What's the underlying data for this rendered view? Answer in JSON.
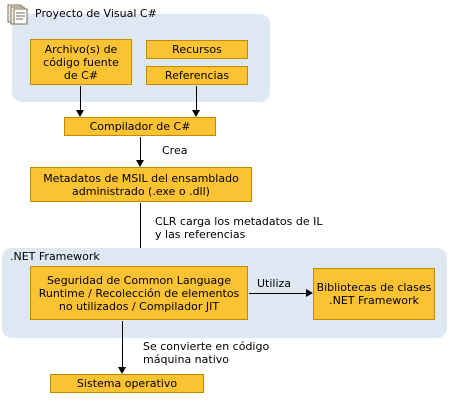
{
  "visual_project": {
    "title": "Proyecto de Visual C#",
    "icon": "project-folder-icon",
    "source_files": "Archivo(s) de\ncódigo fuente\nde C#",
    "resources": "Recursos",
    "references": "Referencias"
  },
  "compiler": "Compilador de C#",
  "creates_label": "Crea",
  "msil_metadata": "Metadatos de MSIL del ensamblado\nadministrado (.exe o .dll)",
  "clr_load_label": "CLR carga los metadatos de IL\ny las referencias",
  "net_framework": {
    "title": ".NET Framework",
    "clr_services": "Seguridad de Common Language\nRuntime / Recolección de elementos\nno utilizados / Compilador JIT",
    "uses_label": "Utiliza",
    "class_libraries": "Bibliotecas de clases\n.NET Framework"
  },
  "native_label": "Se convierte en código\nmáquina nativo",
  "operating_system": "Sistema operativo",
  "colors": {
    "panel_bg": "#dde8f3",
    "box_fill": "#fbc232",
    "box_border": "#c28a00"
  }
}
